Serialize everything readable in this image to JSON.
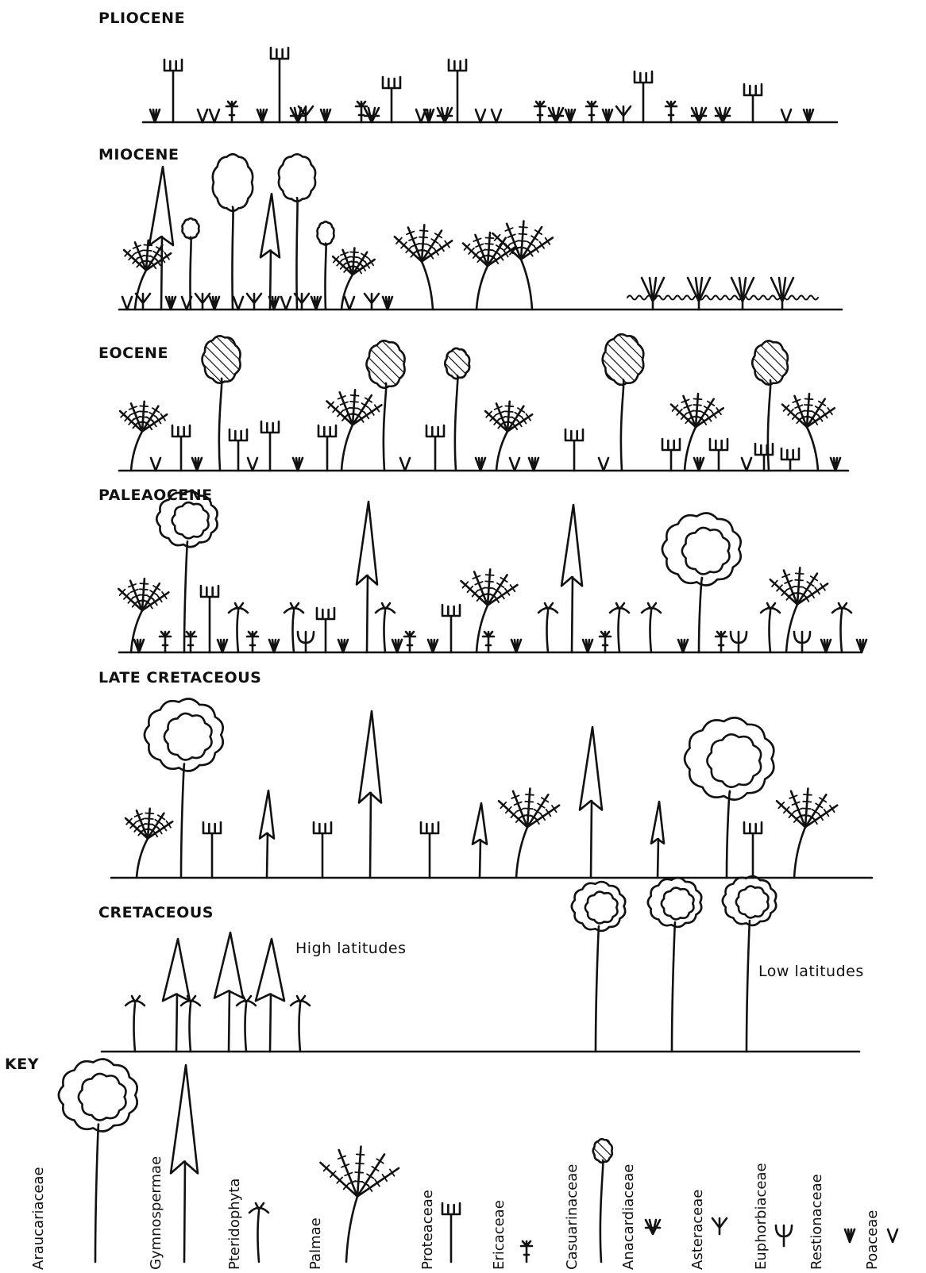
{
  "panels": [
    {
      "label": "PLIOCENE"
    },
    {
      "label": "MIOCENE"
    },
    {
      "label": "EOCENE"
    },
    {
      "label": "PALEAOCENE"
    },
    {
      "label": "LATE CRETACEOUS"
    },
    {
      "label": "CRETACEOUS",
      "note_left": "High latitudes",
      "note_right": "Low latitudes"
    }
  ],
  "key": {
    "title": "KEY",
    "items": [
      {
        "name": "Araucariaceae",
        "symbol": "cloud-tree"
      },
      {
        "name": "Gymnospermae",
        "symbol": "cone-tree"
      },
      {
        "name": "Pteridophyta",
        "symbol": "fern"
      },
      {
        "name": "Palmae",
        "symbol": "palm-frond"
      },
      {
        "name": "Proteaceae",
        "symbol": "comb"
      },
      {
        "name": "Ericaceae",
        "symbol": "heath"
      },
      {
        "name": "Casuarinaceae",
        "symbol": "hatched-tree"
      },
      {
        "name": "Anacardiaceae",
        "symbol": "tuft"
      },
      {
        "name": "Asteraceae",
        "symbol": "fork"
      },
      {
        "name": "Euphorbiaceae",
        "symbol": "trident"
      },
      {
        "name": "Restionaceae",
        "symbol": "grass-tuft"
      },
      {
        "name": "Poaceae",
        "symbol": "v-grass"
      }
    ]
  }
}
